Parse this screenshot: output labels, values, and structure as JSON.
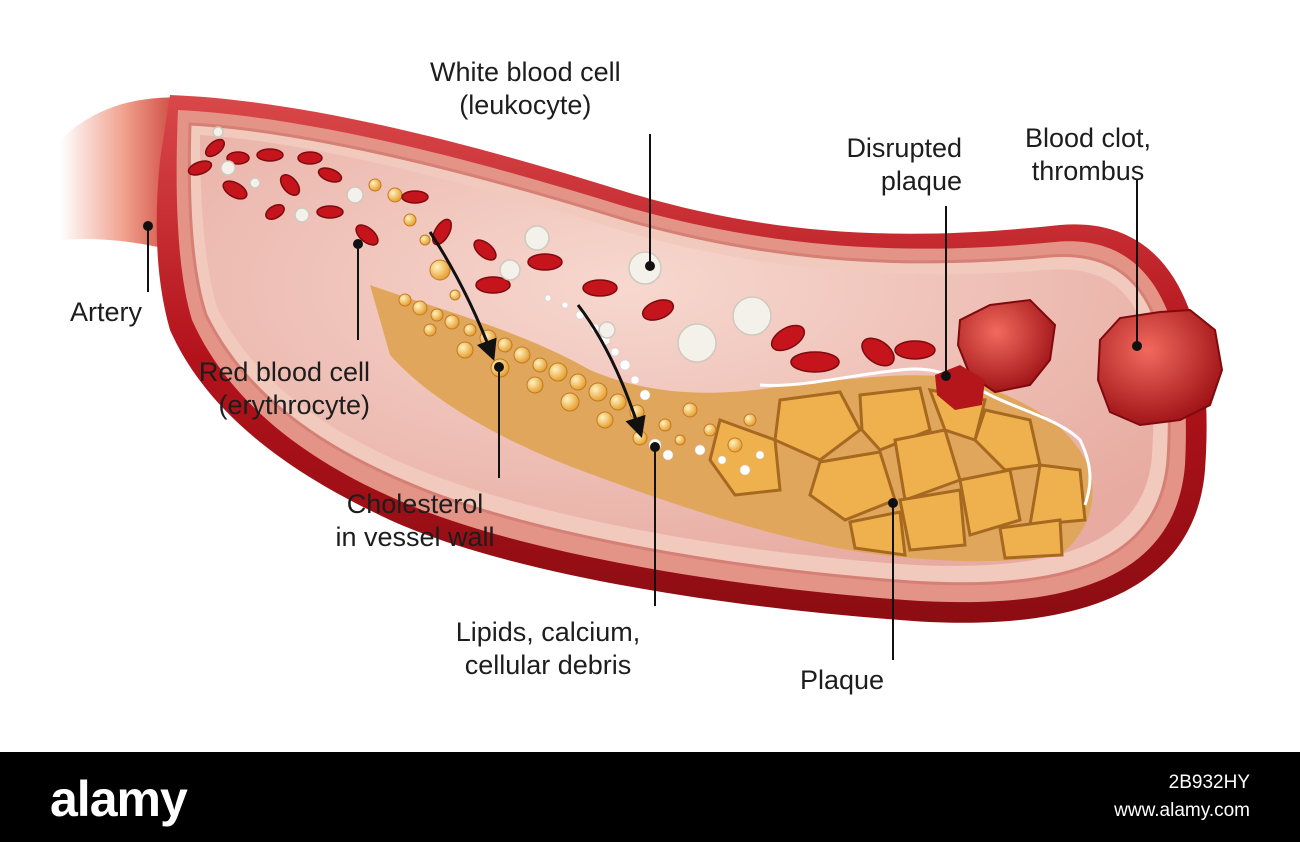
{
  "labels": {
    "white_blood_cell": [
      "White blood cell",
      "(leukocyte)"
    ],
    "artery": [
      "Artery"
    ],
    "red_blood_cell": [
      "Red blood cell",
      "(erythrocyte)"
    ],
    "cholesterol": [
      "Cholesterol",
      "in vessel wall"
    ],
    "lipids": [
      "Lipids, calcium,",
      "cellular debris"
    ],
    "disrupted_plaque": [
      "Disrupted",
      "plaque"
    ],
    "blood_clot": [
      "Blood clot,",
      "thrombus"
    ],
    "plaque": [
      "Plaque"
    ]
  },
  "footer": {
    "logo": "alamy",
    "image_id": "2B932HY",
    "url": "www.alamy.com"
  },
  "colors": {
    "vessel_outer": "#b3121b",
    "vessel_wall": "#e8a49a",
    "lumen": "#f0c2b8",
    "red_cell": "#c5141c",
    "white_cell": "#f4f0ea",
    "plaque": "#e7a64a",
    "clot": "#c21a20"
  }
}
